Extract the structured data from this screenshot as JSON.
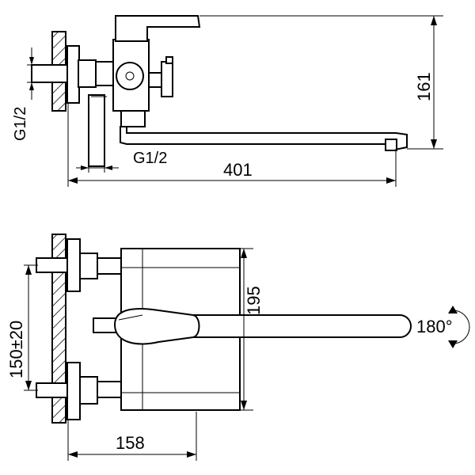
{
  "side_view": {
    "height_label": "161",
    "length_label": "401",
    "thread_label_vertical": "G1/2",
    "thread_label_horizontal": "G1/2"
  },
  "front_view": {
    "height_label": "195",
    "spacing_label": "150±20",
    "depth_label": "158",
    "rotation_label": "180°"
  },
  "colors": {
    "line": "#000000",
    "background": "#ffffff"
  }
}
